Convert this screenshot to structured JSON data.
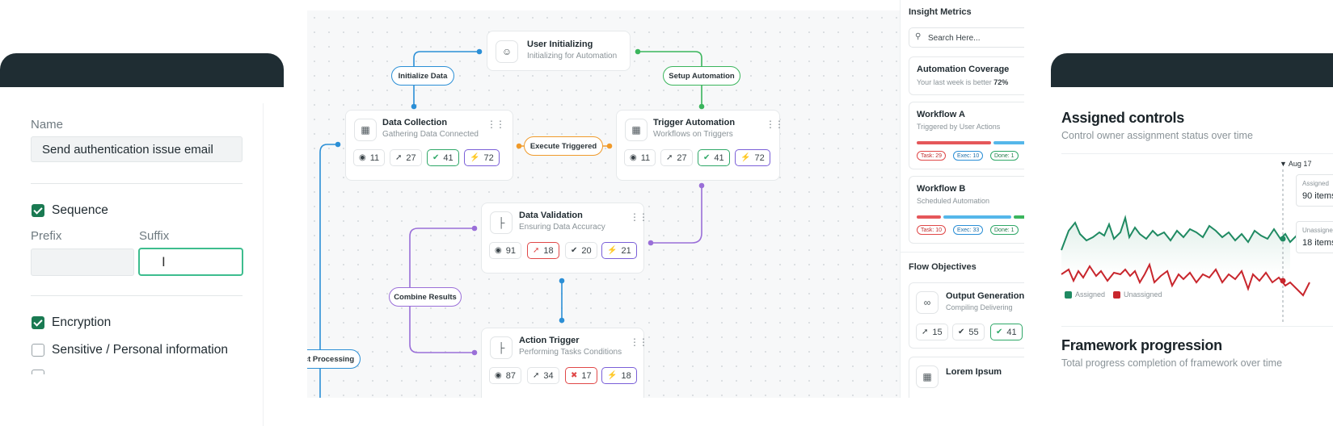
{
  "form": {
    "name_label": "Name",
    "name_value": "Send authentication issue email",
    "sequence_label": "Sequence",
    "prefix_label": "Prefix",
    "suffix_label": "Suffix",
    "prefix_value": "",
    "suffix_value": "",
    "encryption_label": "Encryption",
    "sensitive_label": "Sensitive / Personal information",
    "sequence_checked": true,
    "encryption_checked": true,
    "sensitive_checked": false
  },
  "flow": {
    "nodes": {
      "user_init": {
        "title": "User Initializing",
        "subtitle": "Initializing for Automation"
      },
      "data_collection": {
        "title": "Data Collection",
        "subtitle": "Gathering Data Connected",
        "stats": [
          "11",
          "27",
          "41",
          "72"
        ]
      },
      "trigger_automation": {
        "title": "Trigger Automation",
        "subtitle": "Workflows on Triggers",
        "stats": [
          "11",
          "27",
          "41",
          "72"
        ]
      },
      "data_validation": {
        "title": "Data Validation",
        "subtitle": "Ensuring Data Accuracy",
        "stats": [
          "91",
          "18",
          "20",
          "21"
        ]
      },
      "action_trigger": {
        "title": "Action Trigger",
        "subtitle": "Performing Tasks Conditions",
        "stats": [
          "87",
          "34",
          "17",
          "18"
        ]
      }
    },
    "edges": {
      "initialize_data": "Initialize Data",
      "setup_automation": "Setup Automation",
      "execute_triggered": "Execute Triggered",
      "combine_results": "Combine Results",
      "process": "ct Processing"
    },
    "colors": {
      "blue": "#2b8fd6",
      "green": "#3ab55c",
      "orange": "#f09a2a",
      "purple": "#9a6fd8"
    }
  },
  "insight": {
    "title": "Insight Metrics",
    "search_placeholder": "Search Here...",
    "coverage": {
      "title": "Automation Coverage",
      "subtitle": "Your last week is better",
      "value": "72%"
    },
    "workflow_a": {
      "title": "Workflow A",
      "subtitle": "Triggered by User Actions",
      "task": "Task: 29",
      "exec": "Exec: 10",
      "done": "Done: 1"
    },
    "workflow_b": {
      "title": "Workflow B",
      "subtitle": "Scheduled Automation",
      "task": "Task: 10",
      "exec": "Exec: 33",
      "done": "Done: 1"
    },
    "objectives_title": "Flow Objectives",
    "output": {
      "title": "Output Generation",
      "subtitle": "Compiling Delivering",
      "stats": [
        "15",
        "55",
        "41"
      ]
    },
    "lorem": {
      "title": "Lorem Ipsum"
    }
  },
  "controls": {
    "title": "Assigned controls",
    "subtitle": "Control owner assignment status over time",
    "marker_date": "Aug 17",
    "tooltip_assigned_label": "Assigned",
    "tooltip_assigned_value": "90 items",
    "tooltip_unassigned_label": "Unassigned",
    "tooltip_unassigned_value": "18 items",
    "legend": [
      "Assigned",
      "Unassigned"
    ],
    "colors": {
      "assigned": "#1f8a62",
      "unassigned": "#c8262d"
    },
    "framework_title": "Framework progression",
    "framework_subtitle": "Total progress completion of framework over time"
  }
}
